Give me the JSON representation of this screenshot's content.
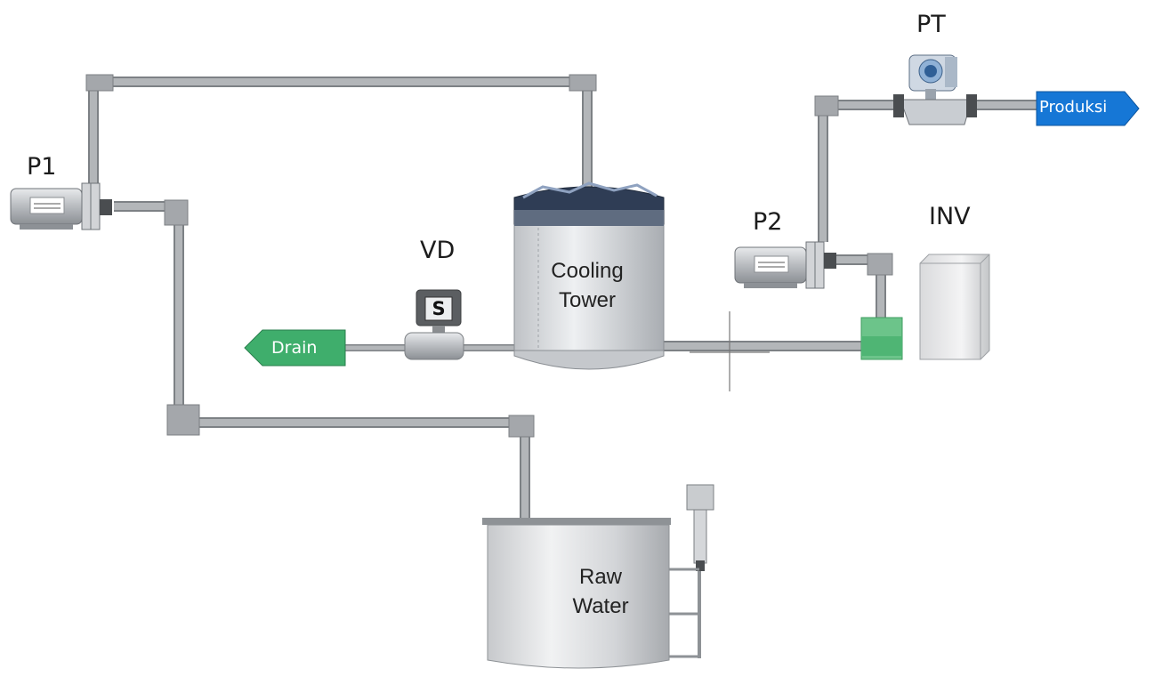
{
  "labels": {
    "p1": "P1",
    "p2": "P2",
    "pt": "PT",
    "vd": "VD",
    "inv": "INV"
  },
  "cooling_tower": {
    "line1": "Cooling",
    "line2": "Tower"
  },
  "raw_water": {
    "line1": "Raw",
    "line2": "Water"
  },
  "tags": {
    "drain": "Drain",
    "produksi": "Produksi"
  },
  "valve_symbol": "S",
  "colors": {
    "pipe": "#a9acaf",
    "pipe_edge": "#7d8185",
    "drain_tag": "#3fae6c",
    "produksi_tag": "#1677d6",
    "elbow_highlight": "#5fbf7f"
  }
}
